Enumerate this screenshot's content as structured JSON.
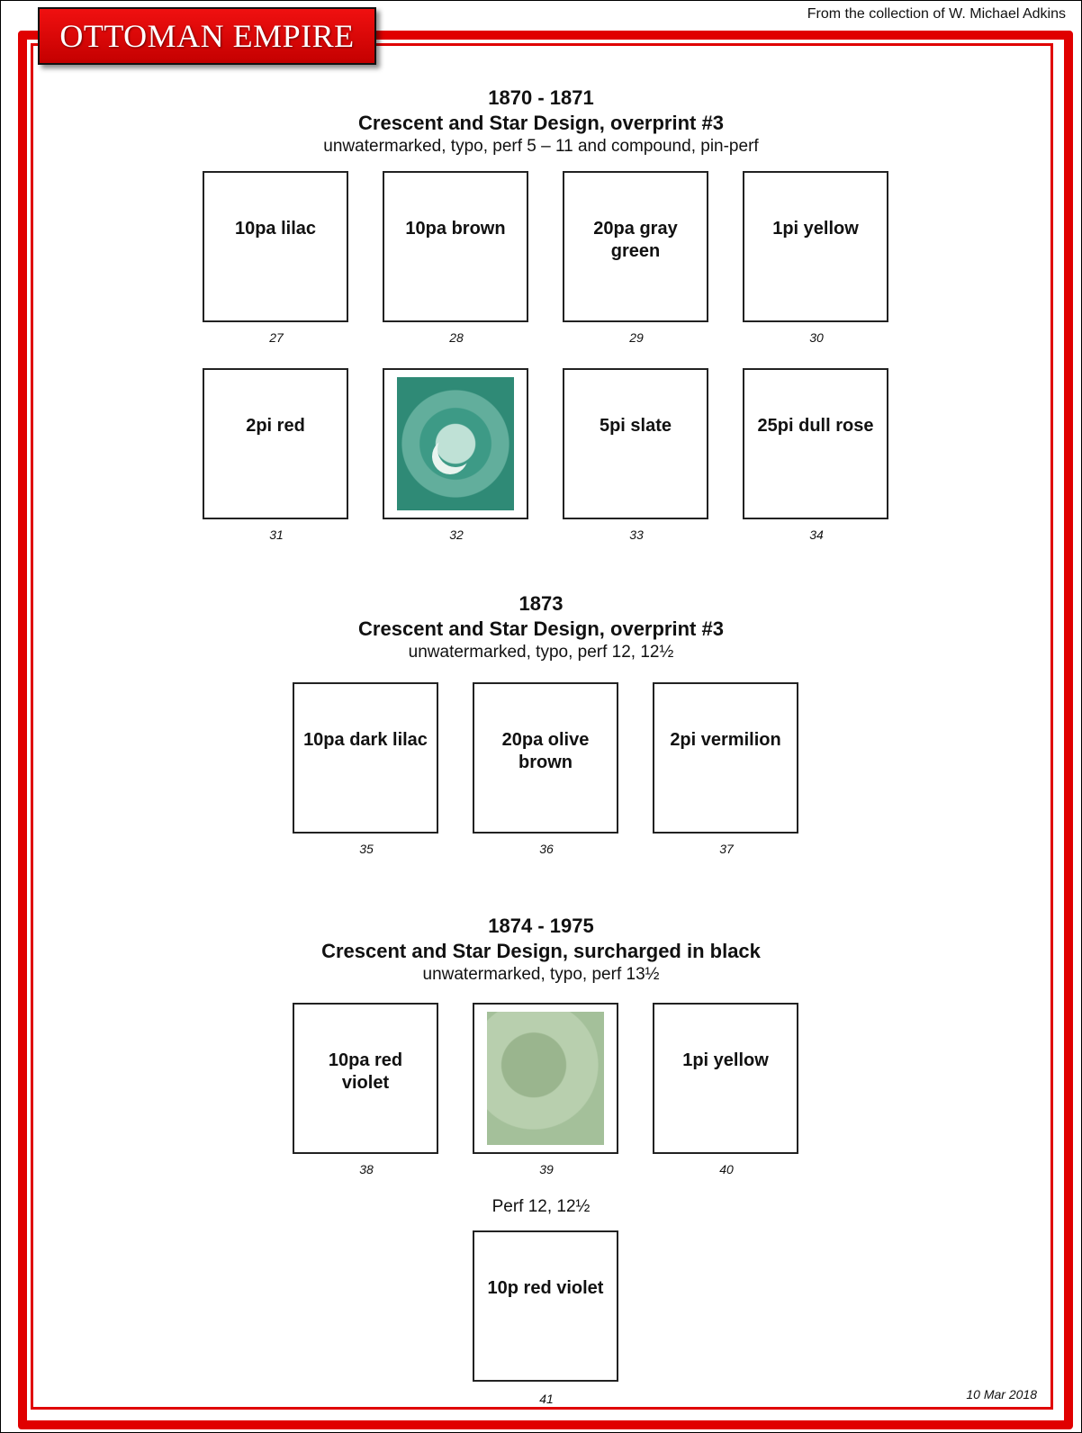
{
  "header": {
    "title": "OTTOMAN EMPIRE",
    "credit": "From the collection of W. Michael Adkins"
  },
  "footer": {
    "date": "10 Mar  2018"
  },
  "sections": [
    {
      "year": "1870 - 1871",
      "design": "Crescent and Star Design, overprint #3",
      "details": "unwatermarked, typo, perf 5 – 11 and compound, pin-perf",
      "stamps": [
        {
          "label": "10pa lilac",
          "number": "27"
        },
        {
          "label": "10pa brown",
          "number": "28"
        },
        {
          "label": "20pa gray green",
          "number": "29"
        },
        {
          "label": "1pi yellow",
          "number": "30"
        },
        {
          "label": "2pi red",
          "number": "31"
        },
        {
          "label": "",
          "number": "32",
          "image": "green crescent and star stamp"
        },
        {
          "label": "5pi slate",
          "number": "33"
        },
        {
          "label": "25pi dull rose",
          "number": "34"
        }
      ]
    },
    {
      "year": "1873",
      "design": "Crescent and Star Design, overprint #3",
      "details": "unwatermarked, typo, perf 12, 12½",
      "stamps": [
        {
          "label": "10pa dark lilac",
          "number": "35"
        },
        {
          "label": "20pa olive brown",
          "number": "36"
        },
        {
          "label": "2pi vermilion",
          "number": "37"
        }
      ]
    },
    {
      "year": "1874 - 1975",
      "design": "Crescent and Star Design, surcharged in black",
      "details": "unwatermarked, typo, perf 13½",
      "stamps": [
        {
          "label": "10pa red violet",
          "number": "38"
        },
        {
          "label": "",
          "number": "39",
          "image": "pale green surcharged stamp"
        },
        {
          "label": "1pi yellow",
          "number": "40"
        }
      ],
      "subheading": "Perf 12, 12½",
      "extra": [
        {
          "label": "10p red violet",
          "number": "41"
        }
      ]
    }
  ],
  "colors": {
    "border": "#e00000",
    "banner": "#d00000"
  }
}
